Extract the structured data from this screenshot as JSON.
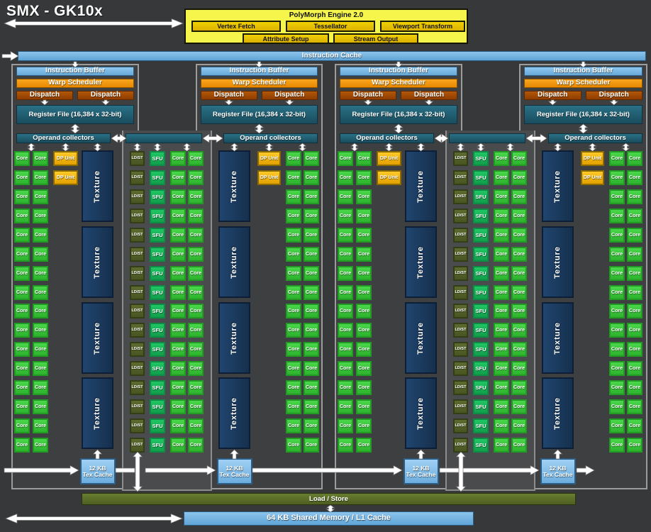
{
  "title": "SMX - GK10x",
  "polymorph": {
    "title": "PolyMorph Engine 2.0",
    "boxes_row1": [
      "Vertex Fetch",
      "Tessellator",
      "Viewport Transform"
    ],
    "boxes_row2": [
      "Attribute Setup",
      "Stream Output"
    ]
  },
  "instruction_cache_label": "Instruction Cache",
  "block_labels": {
    "instruction_buffer": "Instruction Buffer",
    "warp_scheduler": "Warp Scheduler",
    "dispatch": "Dispatch",
    "register_file": "Register File (16,384 x 32-bit)",
    "operand_collectors": "Operand collectors",
    "tex_cache_line1": "12 KB",
    "tex_cache_line2": "Tex Cache"
  },
  "unit_labels": {
    "core": "Core",
    "dp_unit": "DP Unit",
    "ld_st": "LD/ST",
    "sfu": "SFU",
    "texture": "Texture"
  },
  "grid": {
    "unit_rows": 16,
    "dp_unit_rows": 2,
    "texture_units_per_block": 4,
    "processing_blocks": 4,
    "middle_sections": 2,
    "core_count_total": 192,
    "dp_unit_count_total": 8,
    "ldst_count_total": 32,
    "sfu_count_total": 32,
    "texture_unit_count_total": 16
  },
  "bottom_labels": {
    "load_store": "Load / Store",
    "shared_memory": "64 KB Shared Memory / L1 Cache"
  },
  "colors": {
    "background": "#37383a",
    "block_fill": "#3e3f41",
    "middle_panel_fill": "#4a4b4d",
    "block_border": "#9c9c9c",
    "light_blue": "#7db9e8",
    "orange": "#f39c12",
    "burnt_orange": "#a04a00",
    "teal": "#1d5f71",
    "core_green": "#3ecf3e",
    "sfu_green": "#17b257",
    "ldst_olive": "#556027",
    "dp_gold": "#f0b400",
    "texture_navy": "#1b3a5e",
    "load_store_olive": "#5a6e28",
    "polymorph_yellow": "#f5f54c",
    "polymorph_gold": "#e8c400",
    "arrow_white": "#ffffff"
  }
}
